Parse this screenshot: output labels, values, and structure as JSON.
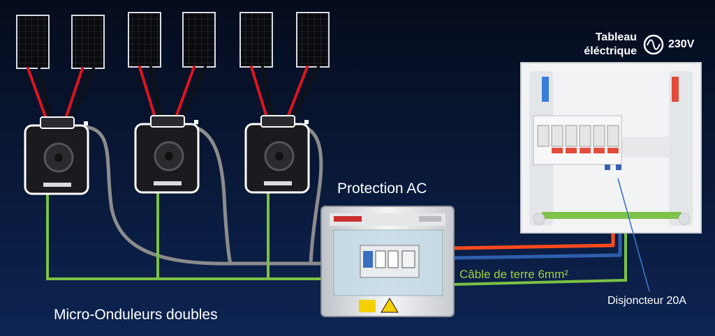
{
  "labels": {
    "protection": "Protection AC",
    "micro_onduleurs": "Micro-Onduleurs doubles",
    "cable_terre": "Câble de terre 6mm²",
    "disjoncteur": "Disjoncteur 20A",
    "tableau_line1": "Tableau",
    "tableau_line2": "éléctrique",
    "voltage": "230V"
  },
  "colors": {
    "background_top": "#060f22",
    "background_bottom": "#0d2452",
    "dc_positive": "#e0141b",
    "dc_negative": "#111111",
    "ac_trunk_cable": "#8c8c8c",
    "earth_cable": "#7cc242",
    "phase_cable": "#ff4a1c",
    "neutral_cable": "#2e5fad",
    "callout_line": "#3f73c8",
    "panel": "#f1f3f4"
  },
  "icons": {
    "solar_panel": "solar-panel-icon",
    "micro_inverter": "micro-inverter-icon",
    "protection_box": "protection-box-icon",
    "distribution_board": "distribution-board-icon",
    "ac_symbol": "ac-sine-icon"
  }
}
